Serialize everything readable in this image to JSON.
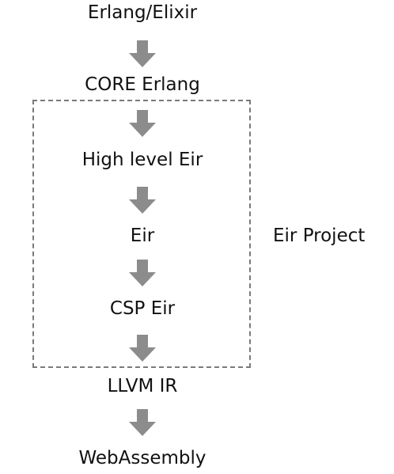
{
  "diagram": {
    "nodes": [
      "Erlang/Elixir",
      "CORE Erlang",
      "High level Eir",
      "Eir",
      "CSP Eir",
      "LLVM IR",
      "WebAssembly"
    ],
    "group_label": "Eir Project",
    "colors": {
      "arrow": "#8c8c8c",
      "box_border": "#7a7a7a",
      "text": "#111111"
    },
    "icons": {
      "arrow": "down-arrow-icon"
    }
  }
}
